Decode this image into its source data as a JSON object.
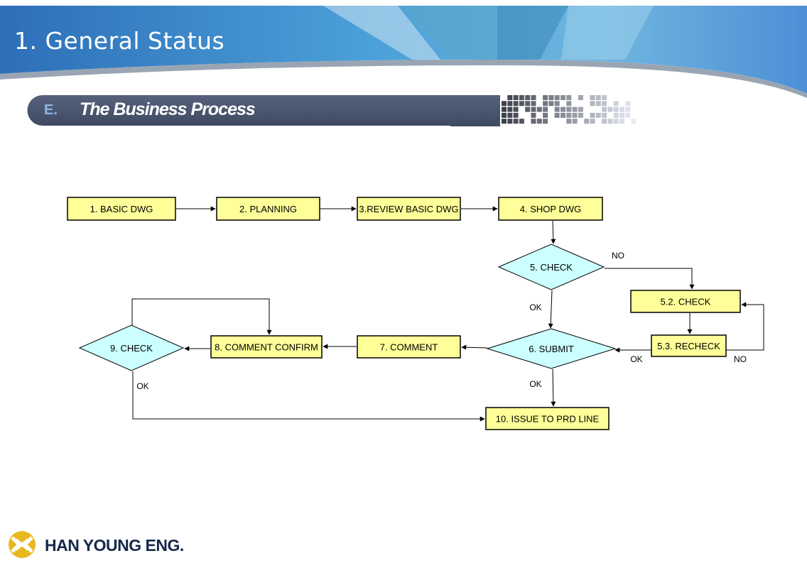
{
  "header": {
    "title": "1. General Status"
  },
  "section": {
    "letter": "E.",
    "title": "The Business Process"
  },
  "footer": {
    "company": "HAN YOUNG ENG."
  },
  "colors": {
    "process_fill": "#ffff99",
    "decision_fill": "#ccffff",
    "header_band": "#3a8fd0",
    "section_bar": "#4a5670"
  },
  "diagram": {
    "nodes": [
      {
        "id": "n1",
        "label": "1. BASIC DWG",
        "shape": "process"
      },
      {
        "id": "n2",
        "label": "2. PLANNING",
        "shape": "process"
      },
      {
        "id": "n3",
        "label": "3.REVIEW BASIC DWG",
        "shape": "process"
      },
      {
        "id": "n4",
        "label": "4. SHOP DWG",
        "shape": "process"
      },
      {
        "id": "n5",
        "label": "5. CHECK",
        "shape": "decision"
      },
      {
        "id": "n52",
        "label": "5.2. CHECK",
        "shape": "process"
      },
      {
        "id": "n53",
        "label": "5.3. RECHECK",
        "shape": "process"
      },
      {
        "id": "n6",
        "label": "6. SUBMIT",
        "shape": "decision"
      },
      {
        "id": "n7",
        "label": "7. COMMENT",
        "shape": "process"
      },
      {
        "id": "n8",
        "label": "8. COMMENT CONFIRM",
        "shape": "process"
      },
      {
        "id": "n9",
        "label": "9. CHECK",
        "shape": "decision"
      },
      {
        "id": "n10",
        "label": "10. ISSUE TO PRD LINE",
        "shape": "process"
      }
    ],
    "edges": [
      {
        "from": "n1",
        "to": "n2",
        "label": ""
      },
      {
        "from": "n2",
        "to": "n3",
        "label": ""
      },
      {
        "from": "n3",
        "to": "n4",
        "label": ""
      },
      {
        "from": "n4",
        "to": "n5",
        "label": ""
      },
      {
        "from": "n5",
        "to": "n52",
        "label": "NO"
      },
      {
        "from": "n5",
        "to": "n6",
        "label": "OK"
      },
      {
        "from": "n52",
        "to": "n53",
        "label": ""
      },
      {
        "from": "n53",
        "to": "n52",
        "label": "NO"
      },
      {
        "from": "n53",
        "to": "n6",
        "label": "OK"
      },
      {
        "from": "n6",
        "to": "n7",
        "label": ""
      },
      {
        "from": "n6",
        "to": "n10",
        "label": "OK"
      },
      {
        "from": "n7",
        "to": "n8",
        "label": ""
      },
      {
        "from": "n8",
        "to": "n9",
        "label": ""
      },
      {
        "from": "n9",
        "to": "n8",
        "label": ""
      },
      {
        "from": "n9",
        "to": "n10",
        "label": "OK"
      }
    ]
  }
}
